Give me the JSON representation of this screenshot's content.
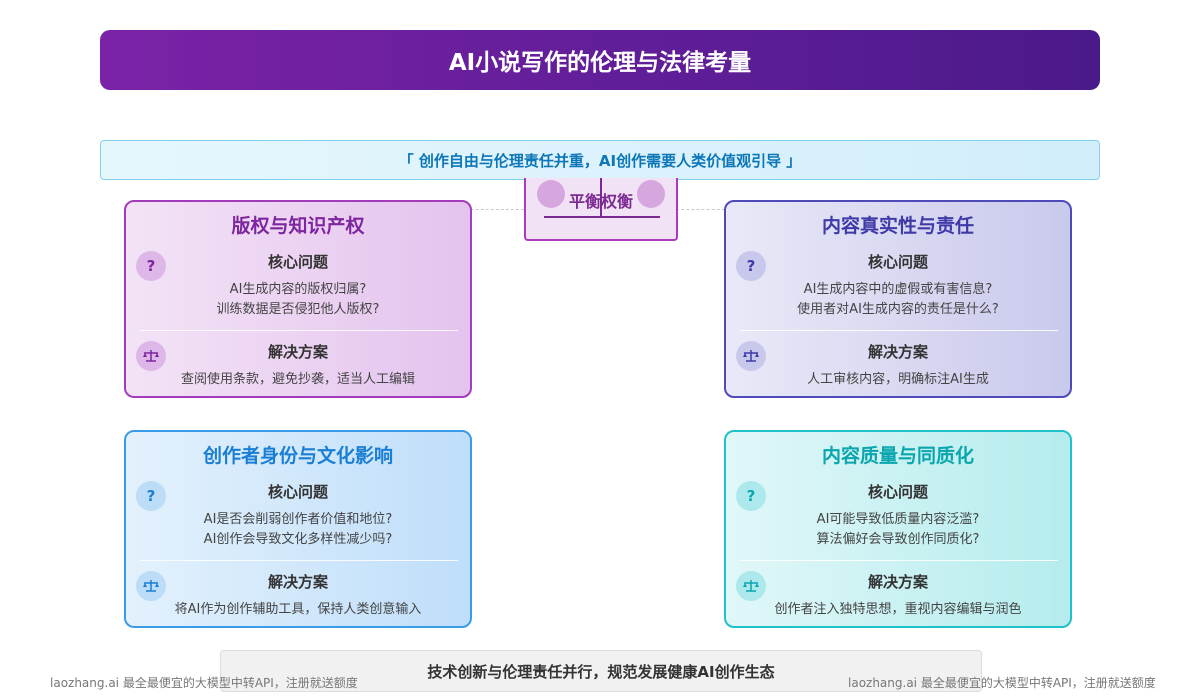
{
  "title": "AI小说写作的伦理与法律考量",
  "quote": "「 创作自由与伦理责任并重，AI创作需要人类价值观引导 」",
  "balance_label": "平衡权衡",
  "problem_heading": "核心问题",
  "solution_heading": "解决方案",
  "icons": {
    "problem": "question-icon",
    "solution": "scale-icon",
    "problem_glyph": "?"
  },
  "cards": [
    {
      "title": "版权与知识产权",
      "problems": [
        "AI生成内容的版权归属?",
        "训练数据是否侵犯他人版权?"
      ],
      "solution": "查阅使用条款，避免抄袭，适当人工编辑",
      "color": "#a33cbb"
    },
    {
      "title": "内容真实性与责任",
      "problems": [
        "AI生成内容中的虚假或有害信息?",
        "使用者对AI生成内容的责任是什么?"
      ],
      "solution": "人工审核内容，明确标注AI生成",
      "color": "#4e4ab8"
    },
    {
      "title": "创作者身份与文化影响",
      "problems": [
        "AI是否会削弱创作者价值和地位?",
        "AI创作会导致文化多样性减少吗?"
      ],
      "solution": "将AI作为创作辅助工具，保持人类创意输入",
      "color": "#3a9be6"
    },
    {
      "title": "内容质量与同质化",
      "problems": [
        "AI可能导致低质量内容泛滥?",
        "算法偏好会导致创作同质化?"
      ],
      "solution": "创作者注入独特思想，重视内容编辑与润色",
      "color": "#1fc2c9"
    }
  ],
  "bottom": "技术创新与伦理责任并行，规范发展健康AI创作生态",
  "watermark": "laozhang.ai 最全最便宜的大模型中转API，注册就送额度"
}
